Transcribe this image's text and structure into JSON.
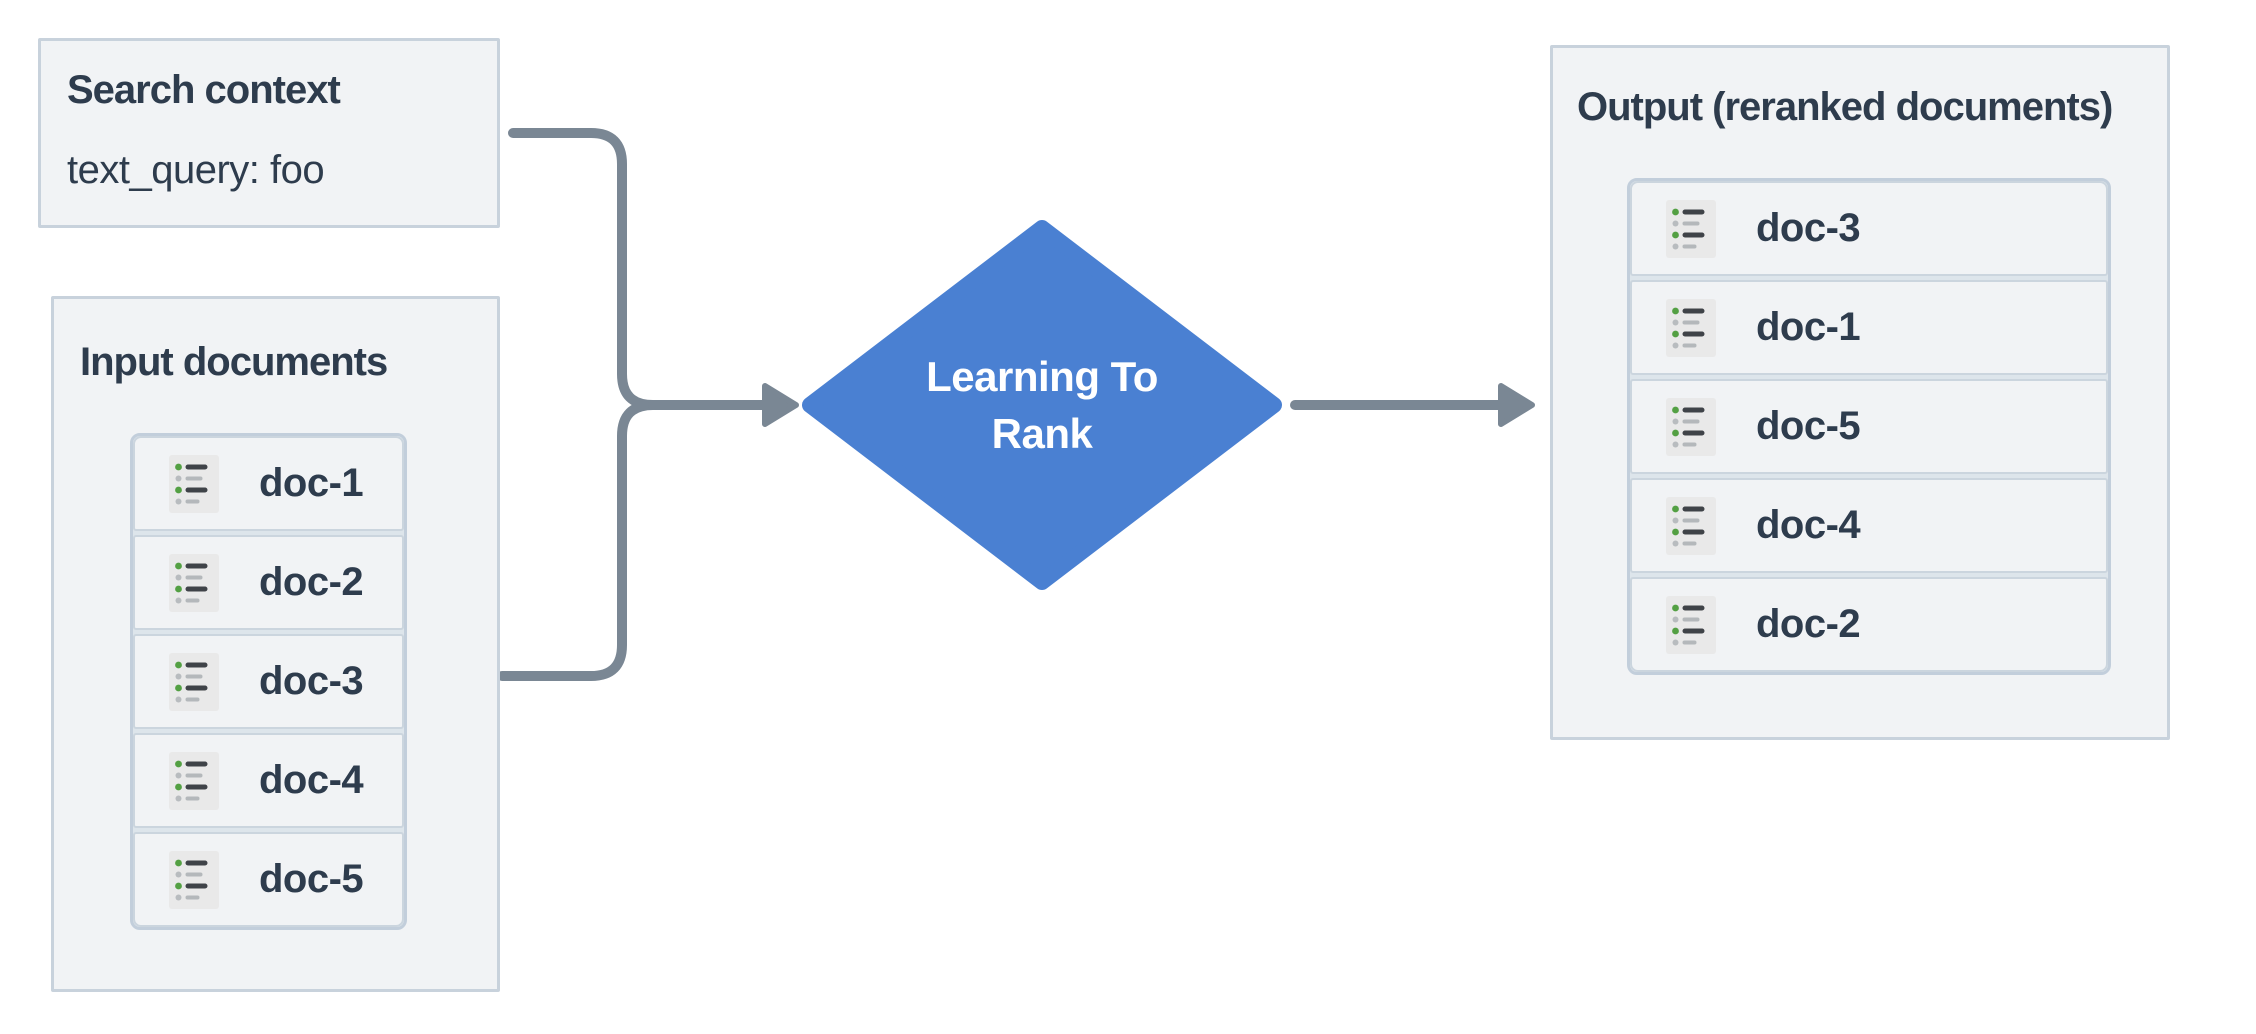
{
  "diagram": {
    "background": "#ffffff",
    "accent_blue": "#4a80d2",
    "connector_gray": "#7a8794",
    "box_fill": "#f1f3f5",
    "box_border": "#c8d2dc",
    "text_color": "#2e3c4d",
    "icon_green": "#53a043"
  },
  "search_context": {
    "title": "Search context",
    "query_line": "text_query: foo"
  },
  "input_documents": {
    "title": "Input documents",
    "items": [
      {
        "label": "doc-1"
      },
      {
        "label": "doc-2"
      },
      {
        "label": "doc-3"
      },
      {
        "label": "doc-4"
      },
      {
        "label": "doc-5"
      }
    ]
  },
  "ranker": {
    "label_line1": "Learning To",
    "label_line2": "Rank"
  },
  "output_documents": {
    "title": "Output (reranked documents)",
    "items": [
      {
        "label": "doc-3"
      },
      {
        "label": "doc-1"
      },
      {
        "label": "doc-5"
      },
      {
        "label": "doc-4"
      },
      {
        "label": "doc-2"
      }
    ]
  },
  "icons": {
    "document_icon": "list-lines-icon"
  }
}
